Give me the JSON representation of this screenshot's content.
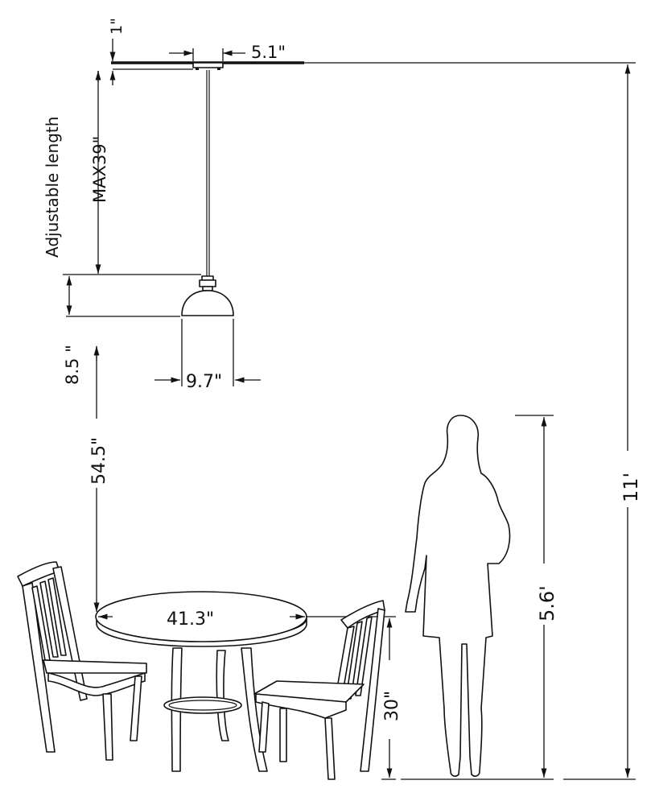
{
  "labels": {
    "canopy_height": "1\"",
    "canopy_width": "5.1\"",
    "adjustable": "Adjustable length",
    "max_length": "MAX39\"",
    "shade_height": "8.5 \"",
    "shade_width": "9.7\"",
    "table_gap": "54.5\"",
    "table_diameter": "41.3\"",
    "table_height": "30\"",
    "person_height": "5.6'",
    "ceiling_height": "11'"
  }
}
